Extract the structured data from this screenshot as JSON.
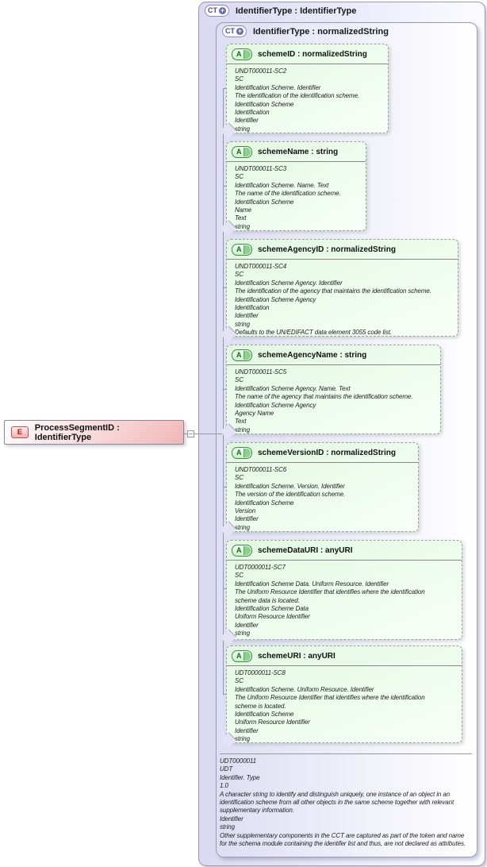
{
  "element": {
    "icon": "E",
    "label": "ProcessSegmentID : IdentifierType"
  },
  "outer_type": {
    "icon": "CT",
    "plus": "+",
    "label": "IdentifierType : IdentifierType"
  },
  "inner_type": {
    "icon": "CT",
    "plus": "+",
    "label": "IdentifierType : normalizedString"
  },
  "attributes": [
    {
      "icon": "A",
      "title": "schemeID : normalizedString",
      "lines": [
        "UNDT000011-SC2",
        "SC",
        "Identification Scheme. Identifier",
        "The identification of the identification scheme.",
        "Identification Scheme",
        "Identification",
        "Identifier",
        "string"
      ]
    },
    {
      "icon": "A",
      "title": "schemeName : string",
      "lines": [
        "UNDT000011-SC3",
        "SC",
        "Identification Scheme. Name. Text",
        "The name of the identification scheme.",
        "Identification Scheme",
        "Name",
        "Text",
        "string"
      ]
    },
    {
      "icon": "A",
      "title": "schemeAgencyID : normalizedString",
      "lines": [
        "UNDT000011-SC4",
        "SC",
        "Identification Scheme Agency. Identifier",
        "The identification of the agency that maintains the identification scheme.",
        "Identification Scheme Agency",
        "Identification",
        "Identifier",
        "string",
        "Defaults to the UN/EDIFACT data element 3055 code list."
      ]
    },
    {
      "icon": "A",
      "title": "schemeAgencyName : string",
      "lines": [
        "UNDT000011-SC5",
        "SC",
        "Identification Scheme Agency. Name. Text",
        "The name of the agency that maintains the identification scheme.",
        "Identification Scheme Agency",
        "Agency Name",
        "Text",
        "string"
      ]
    },
    {
      "icon": "A",
      "title": "schemeVersionID : normalizedString",
      "lines": [
        "UNDT000011-SC6",
        "SC",
        "Identification Scheme. Version. Identifier",
        "The version of the identification scheme.",
        "Identification Scheme",
        "Version",
        "Identifier",
        "string"
      ]
    },
    {
      "icon": "A",
      "title": "schemeDataURI : anyURI",
      "lines": [
        "UDT0000011-SC7",
        "SC",
        "Identification Scheme Data. Uniform Resource. Identifier",
        "The Uniform Resource Identifier that identifies where the identification",
        "scheme data is located.",
        "Identification Scheme Data",
        "Uniform Resource Identifier",
        "Identifier",
        "string"
      ]
    },
    {
      "icon": "A",
      "title": "schemeURI : anyURI",
      "lines": [
        "UDT0000011-SC8",
        "SC",
        "Identification Scheme. Uniform Resource. Identifier",
        "The Uniform Resource Identifier that identifies where the identification",
        "scheme is located.",
        "Identification Scheme",
        "Uniform Resource Identifier",
        "Identifier",
        "string"
      ]
    }
  ],
  "documentation": {
    "lines": [
      "UDT0000011",
      "UDT",
      "Identifier. Type",
      "1.0",
      "A character string to identify and distinguish uniquely, one instance of an object in an identification scheme from all other objects in the same scheme together with relevant supplementary information.",
      "Identifier",
      "string",
      "Other supplementary components in the CCT are captured as part of the token and name for the schema module containing the identifer list and thus, are not declared as attributes."
    ]
  },
  "colors": {
    "container_tint": "#d9d9f2",
    "attribute_tint": "#e2f8e2",
    "element_tint": "#f1b6b6",
    "ct_accent": "#4a4a9a",
    "attr_accent": "#1a6a1a",
    "element_accent": "#991f1f",
    "connector": "#999999"
  }
}
